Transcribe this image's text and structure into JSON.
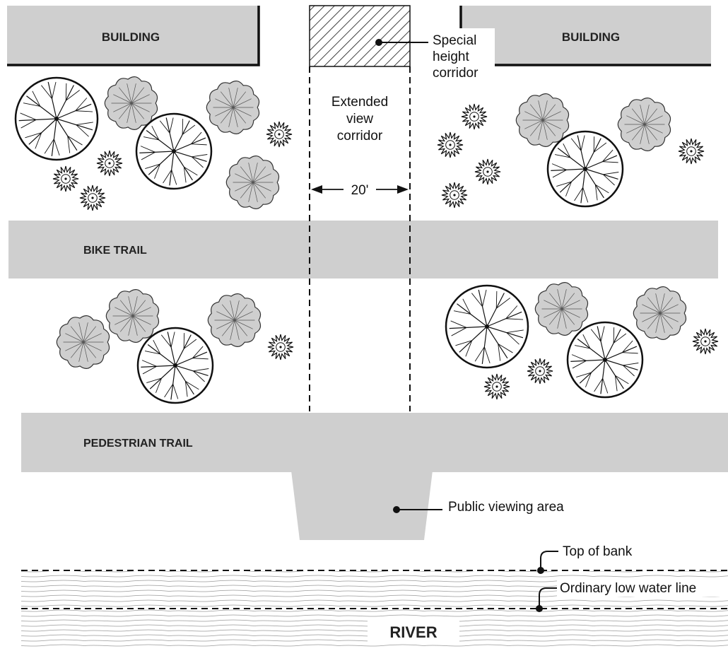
{
  "labels": {
    "building_left": "BUILDING",
    "building_right": "BUILDING",
    "special_height_line1": "Special",
    "special_height_line2": "height",
    "special_height_line3": "corridor",
    "extended_view_line1": "Extended",
    "extended_view_line2": "view",
    "extended_view_line3": "corridor",
    "width_dimension": "20'",
    "bike_trail": "BIKE TRAIL",
    "pedestrian_trail": "PEDESTRIAN TRAIL",
    "public_viewing_area": "Public viewing area",
    "top_of_bank": "Top of bank",
    "ordinary_low_water_line": "Ordinary low water line",
    "river": "RIVER"
  },
  "colors": {
    "fill_gray": "#cfcfcf",
    "ink": "#111111",
    "water_line": "#9a9a9a",
    "background": "#ffffff"
  }
}
